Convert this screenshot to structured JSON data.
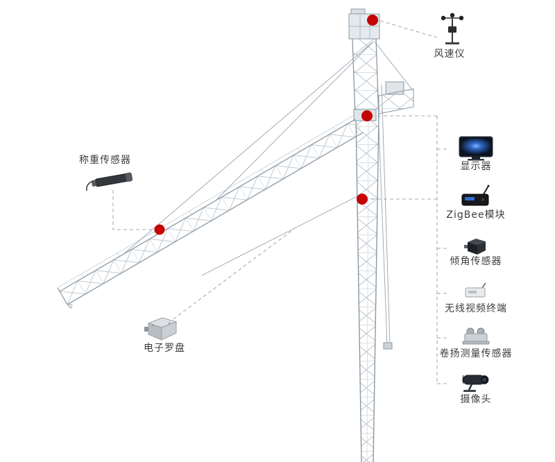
{
  "sensors": {
    "anemometer": {
      "label": "风速仪"
    },
    "weight": {
      "label": "称重传感器"
    },
    "compass": {
      "label": "电子罗盘"
    },
    "display": {
      "label": "显示器"
    },
    "zigbee": {
      "label": "ZigBee模块"
    },
    "tilt": {
      "label": "倾角传感器"
    },
    "video": {
      "label": "无线视频终端"
    },
    "hoist": {
      "label": "卷扬测量传感器"
    },
    "camera": {
      "label": "摄像头"
    }
  },
  "colors": {
    "marker": "#c40404",
    "crane_rail": "#8b98a3",
    "crane_lattice": "#b6c0c8",
    "leader_line": "#a6aaae",
    "label_text": "#3c3c3c",
    "background": "#ffffff"
  }
}
